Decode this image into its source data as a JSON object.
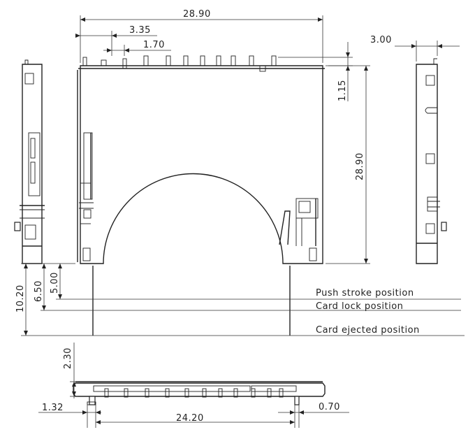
{
  "dimensions": {
    "top_width": "28.90",
    "pitch_outer": "3.35",
    "pitch_inner": "1.70",
    "side_depth": "3.00",
    "pin_offset": "1.15",
    "height": "28.90",
    "stroke_push": "5.00",
    "stroke_lock": "6.50",
    "stroke_eject": "10.20",
    "bottom_thickness": "2.30",
    "bottom_left_offset": "1.32",
    "bottom_pin_span": "24.20",
    "bottom_right_offset": "0.70"
  },
  "labels": {
    "push_stroke": "Push stroke position",
    "card_lock": "Card lock position",
    "card_ejected": "Card ejected position"
  }
}
